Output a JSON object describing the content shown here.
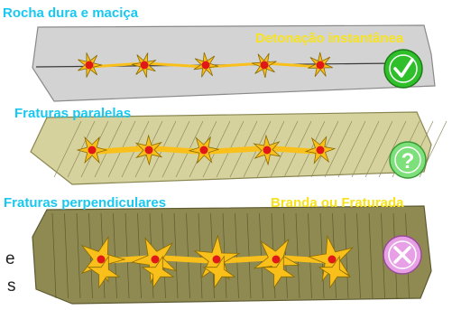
{
  "panels": [
    {
      "title": "Rocha dura e maciça",
      "icon": "check-icon"
    },
    {
      "title": "Fraturas paralelas",
      "icon": "question-icon"
    },
    {
      "title": "Fraturas perpendiculares",
      "icon": "cross-icon"
    }
  ],
  "result_labels": {
    "top": "Detonação instantânea",
    "bottom": "Branda ou Fraturada"
  },
  "icon_symbols": {
    "check": "✓",
    "question": "?",
    "cross": "✕"
  },
  "side_text_fragments": [
    "e",
    "s"
  ],
  "colors": {
    "title_text": "#19c8f0",
    "result_text": "#f7e21c",
    "rock_massive": "#d3d3d3",
    "rock_parallel": "#d6d29e",
    "rock_perpendicular": "#8f8a52",
    "blast_fill": "#f9c01c",
    "charge_dot": "#e01818",
    "icon_check": "#2fbf2a",
    "icon_question": "#7ee07a",
    "icon_cross": "#e7a0e6"
  }
}
